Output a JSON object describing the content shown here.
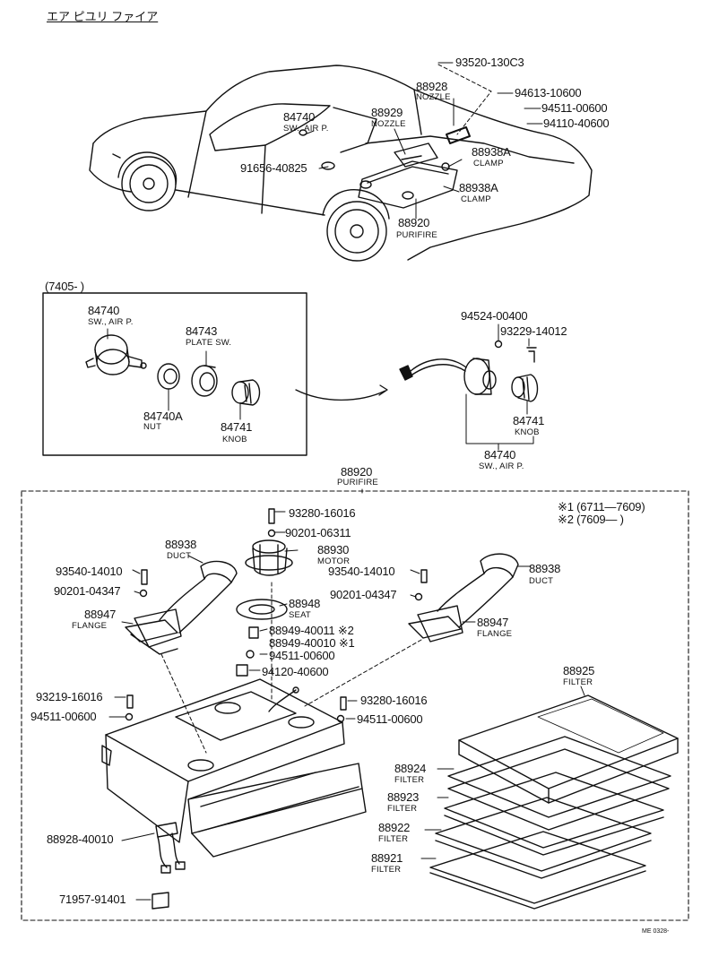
{
  "title": "エア ピユリ ファイア",
  "catalog_code": "ME 0328-",
  "upper": {
    "p93520": "93520-130C3",
    "p88928": "88928",
    "p88928_name": "NOZZLE",
    "p94613": "94613-10600",
    "p94511": "94511-00600",
    "p94110": "94110-40600",
    "p84740": "84740",
    "p84740_name": "SW., AIR P.",
    "p88929": "88929",
    "p88929_name": "NOZZLE",
    "p88938A_1": "88938A",
    "p88938A_1_name": "CLAMP",
    "p91656": "91656-40825",
    "p88938A_2": "88938A",
    "p88938A_2_name": "CLAMP",
    "p88920": "88920",
    "p88920_name": "PURIFIRE"
  },
  "switch_old": {
    "range": "(7405-        )",
    "p84740": "84740",
    "p84740_name": "SW., AIR P.",
    "p84743": "84743",
    "p84743_name": "PLATE SW.",
    "p84740A": "84740A",
    "p84740A_name": "NUT",
    "p84741": "84741",
    "p84741_name": "KNOB"
  },
  "switch_new": {
    "p94524": "94524-00400",
    "p93229": "93229-14012",
    "p84741": "84741",
    "p84741_name": "KNOB",
    "p84740": "84740",
    "p84740_name": "SW., AIR P."
  },
  "purifier": {
    "p88920": "88920",
    "p88920_name": "PURIFIRE",
    "note1": "※1 (6711—7609)",
    "note2": "※2 (7609—        )",
    "p93280_top": "93280-16016",
    "p90201_06311": "90201-06311",
    "p88930": "88930",
    "p88930_name": "MOTOR",
    "p88938_left": "88938",
    "p88938_left_name": "DUCT",
    "p93540_left": "93540-14010",
    "p90201_left": "90201-04347",
    "p88948": "88948",
    "p88948_name": "SEAT",
    "p93540_right": "93540-14010",
    "p90201_right": "90201-04347",
    "p88938_right": "88938",
    "p88938_right_name": "DUCT",
    "p88947_left": "88947",
    "p88947_left_name": "FLANGE",
    "p88949_40011": "88949-40011 ※2",
    "p88949_40010": "88949-40010 ※1",
    "p94511_mid": "94511-00600",
    "p94120": "94120-40600",
    "p88947_right": "88947",
    "p88947_right_name": "FLANGE",
    "p93219": "93219-16016",
    "p94511_left": "94511-00600",
    "p93280_right": "93280-16016",
    "p94511_right": "94511-00600",
    "p88925": "88925",
    "p88925_name": "FILTER",
    "p88924": "88924",
    "p88924_name": "FILTER",
    "p88923": "88923",
    "p88923_name": "FILTER",
    "p88922": "88922",
    "p88922_name": "FILTER",
    "p88921": "88921",
    "p88921_name": "FILTER",
    "p88928_40010": "88928-40010",
    "p71957": "71957-91401"
  }
}
